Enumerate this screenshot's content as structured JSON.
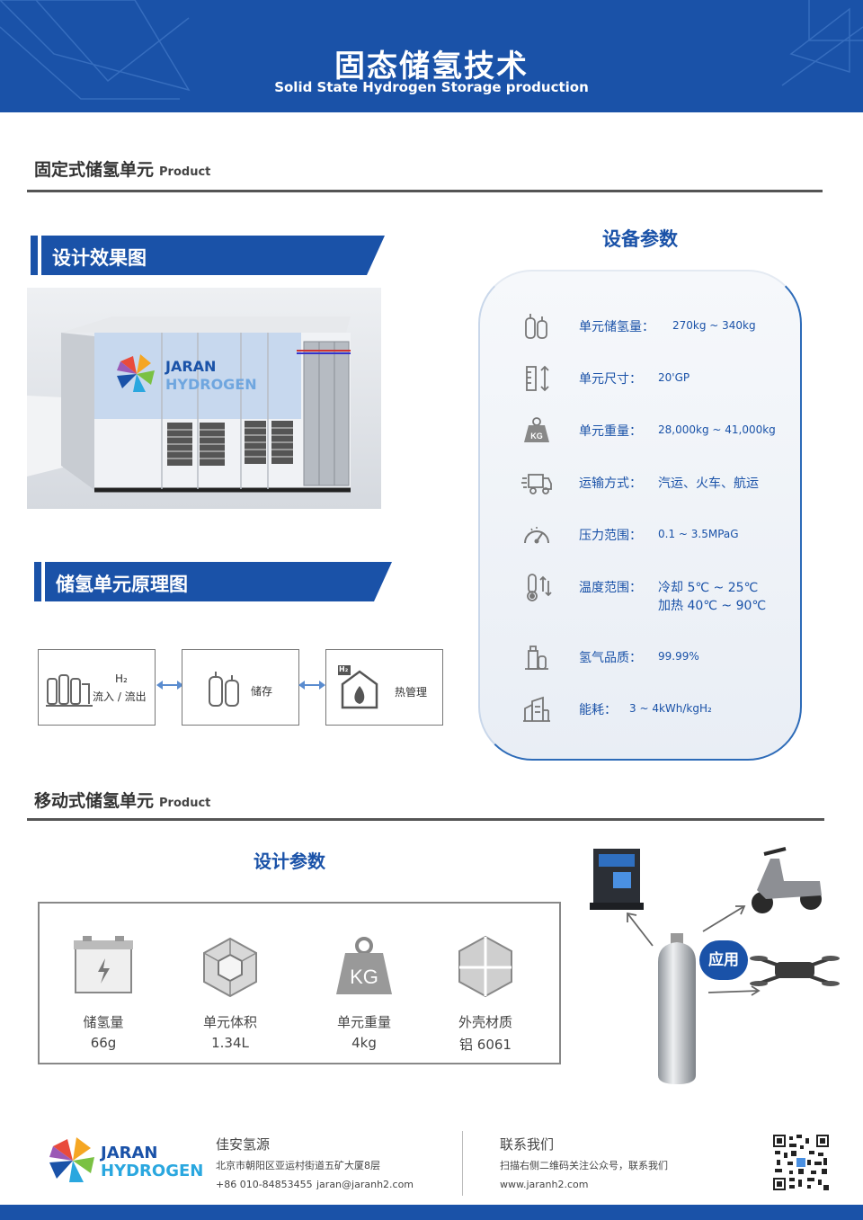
{
  "header": {
    "title": "固态储氢技术",
    "subtitle": "Solid State Hydrogen Storage production"
  },
  "fixed_section": {
    "title": "固定式储氢单元",
    "title_en": "Product",
    "render_banner": "设计效果图",
    "container_brand_1": "JARAN",
    "container_brand_2": "HYDROGEN",
    "principle_banner": "储氢单元原理图",
    "principle": {
      "box1_h2": "H₂",
      "box1_label": "流入 / 流出",
      "box2_label": "储存",
      "box3_label": "热管理",
      "box3_badge": "H₂"
    }
  },
  "params": {
    "title": "设备参数",
    "rows": [
      {
        "icon": "gas-cylinders-icon",
        "key": "单元储氢量：",
        "value": "270kg ~ 340kg"
      },
      {
        "icon": "dimension-icon",
        "key": "单元尺寸：",
        "value": "20'GP"
      },
      {
        "icon": "weight-icon",
        "key": "单元重量：",
        "value": "28,000kg ~ 41,000kg"
      },
      {
        "icon": "truck-icon",
        "key": "运输方式：",
        "value": "汽运、火车、航运"
      },
      {
        "icon": "gauge-icon",
        "key": "压力范围：",
        "value": "0.1 ~ 3.5MPaG"
      },
      {
        "icon": "thermometer-icon",
        "key": "温度范围：",
        "value": "冷却 5℃ ~ 25℃",
        "value2": "加热 40℃ ~ 90℃"
      },
      {
        "icon": "purity-icon",
        "key": "氢气品质：",
        "value": "99.99%"
      },
      {
        "icon": "factory-icon",
        "key": "能耗：",
        "value": "3 ~ 4kWh/kgH₂"
      }
    ],
    "weight_icon_text": "KG"
  },
  "mobile_section": {
    "title": "移动式储氢单元",
    "title_en": "Product",
    "design_title": "设计参数",
    "items": [
      {
        "icon": "battery-icon",
        "name": "储氢量",
        "value": "66g"
      },
      {
        "icon": "cube-icon",
        "name": "单元体积",
        "value": "1.34L"
      },
      {
        "icon": "weight-icon",
        "name": "单元重量",
        "value": "4kg"
      },
      {
        "icon": "shell-icon",
        "name": "外壳材质",
        "value": "铝 6061"
      }
    ],
    "weight_icon_text": "KG",
    "application_label": "应用"
  },
  "footer": {
    "logo_1": "JARAN",
    "logo_2": "HYDROGEN",
    "company": "佳安氢源",
    "address": "北京市朝阳区亚运村街道五矿大厦8层",
    "phone": "+86 010-84853455",
    "email": "jaran@jaranh2.com",
    "contact_title": "联系我们",
    "contact_desc": "扫描右侧二维码关注公众号，联系我们",
    "website": "www.jaranh2.com"
  },
  "colors": {
    "brand_blue": "#1a52a8",
    "rule_gray": "#555555"
  }
}
